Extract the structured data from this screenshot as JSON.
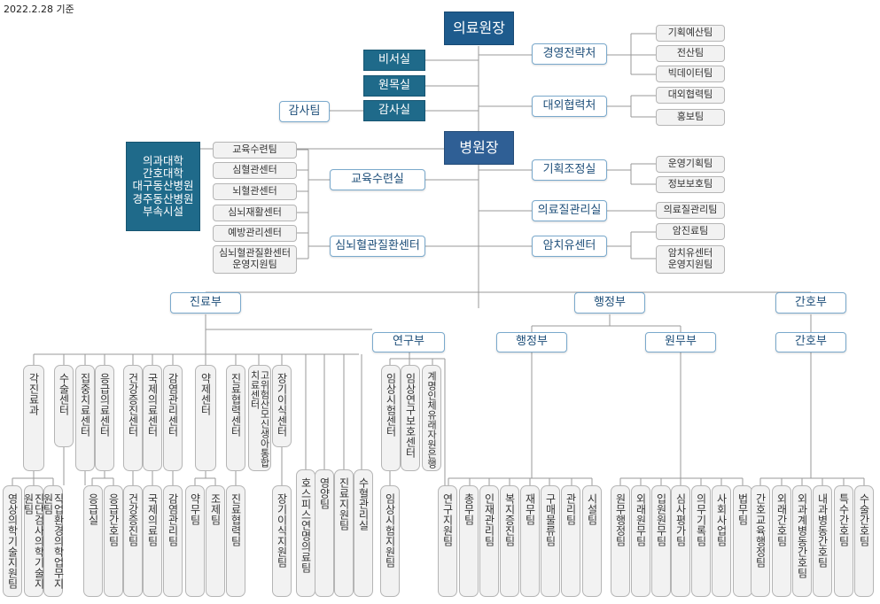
{
  "caption": "2022.2.28 기준",
  "top": {
    "director": "의료원장",
    "hospital_director": "병원장",
    "secretariat": "비서실",
    "wonmok": "원목실",
    "audit": "감사실",
    "audit_team": "감사팀",
    "affiliated": "의과대학\n간호대학\n대구동산병원\n경주동산병원\n부속시설"
  },
  "director_units": [
    {
      "label": "경영전략처",
      "teams": [
        "기획예산팀",
        "전산팀",
        "빅데이터팀"
      ]
    },
    {
      "label": "대외협력처",
      "teams": [
        "대외협력팀",
        "홍보팀"
      ]
    }
  ],
  "hospital_right_units": [
    {
      "label": "기획조정실",
      "teams": [
        "운영기획팀",
        "정보보호팀"
      ]
    },
    {
      "label": "의료질관리실",
      "teams": [
        "의료질관리팀"
      ]
    },
    {
      "label": "암치유센터",
      "teams": [
        "암진료팀",
        "암치유센터\n운영지원팀"
      ]
    }
  ],
  "hospital_left_units": [
    {
      "label": "교육수련실",
      "teams": [
        "교육수련팀"
      ]
    },
    {
      "label": "심뇌혈관질환센터",
      "teams": [
        "심혈관센터",
        "뇌혈관센터",
        "심뇌재활센터",
        "예방관리센터",
        "심뇌혈관질환센터\n운영지원팀"
      ]
    }
  ],
  "divisions": {
    "medical": "진료부",
    "admin": "행정부",
    "nursing": "간호부",
    "research": "연구부",
    "admin_sub": "행정부",
    "wonmu": "원무부",
    "nursing_sub": "간호부"
  },
  "medical_units": [
    "각진료과",
    "수술센터",
    "집중치료센터",
    "응급의료센터",
    "건강증진센터",
    "국제의료센터",
    "감염관리센터",
    "약제센터",
    "진료협력센터",
    "고위험산모신생아통합치료센터",
    "장기이식센터"
  ],
  "research_units": [
    "임상시험센터",
    "임상연구보호센터",
    "계명인체유래자원은행"
  ],
  "teams": {
    "clinical_support": [
      "영상의학기술지원팀",
      "진단검사의학기술지원팀",
      "직업환경의학업무지원팀"
    ],
    "emergency": [
      "응급실",
      "응급간호팀"
    ],
    "single": [
      "건강증진팀",
      "국제의료팀",
      "감염관리팀"
    ],
    "pharmacy": [
      "약무팀",
      "조제팀"
    ],
    "cooperation": "진료협력팀",
    "transplant": "장기이식지원팀",
    "misc": [
      "호스피스연명의료팀",
      "영양팀",
      "진료지원팀",
      "수혈관리실"
    ],
    "clinical_trial": "임상시험지원팀",
    "research_support": "연구지원팀",
    "admin_teams": [
      "총무팀",
      "인재관리팀",
      "복지증진팀",
      "재무팀",
      "구매물류팀",
      "관리팀",
      "시설팀"
    ],
    "wonmu_teams": [
      "원무행정팀",
      "외래원무팀",
      "입원원무팀",
      "심사평가팀",
      "의무기록팀",
      "사회사업팀",
      "법무팀"
    ],
    "nursing_teams": [
      "간호교육행정팀",
      "외래간호팀",
      "외과계병동간호팀",
      "내과병동간호팀",
      "특수간호팀",
      "수술간호팀"
    ]
  }
}
